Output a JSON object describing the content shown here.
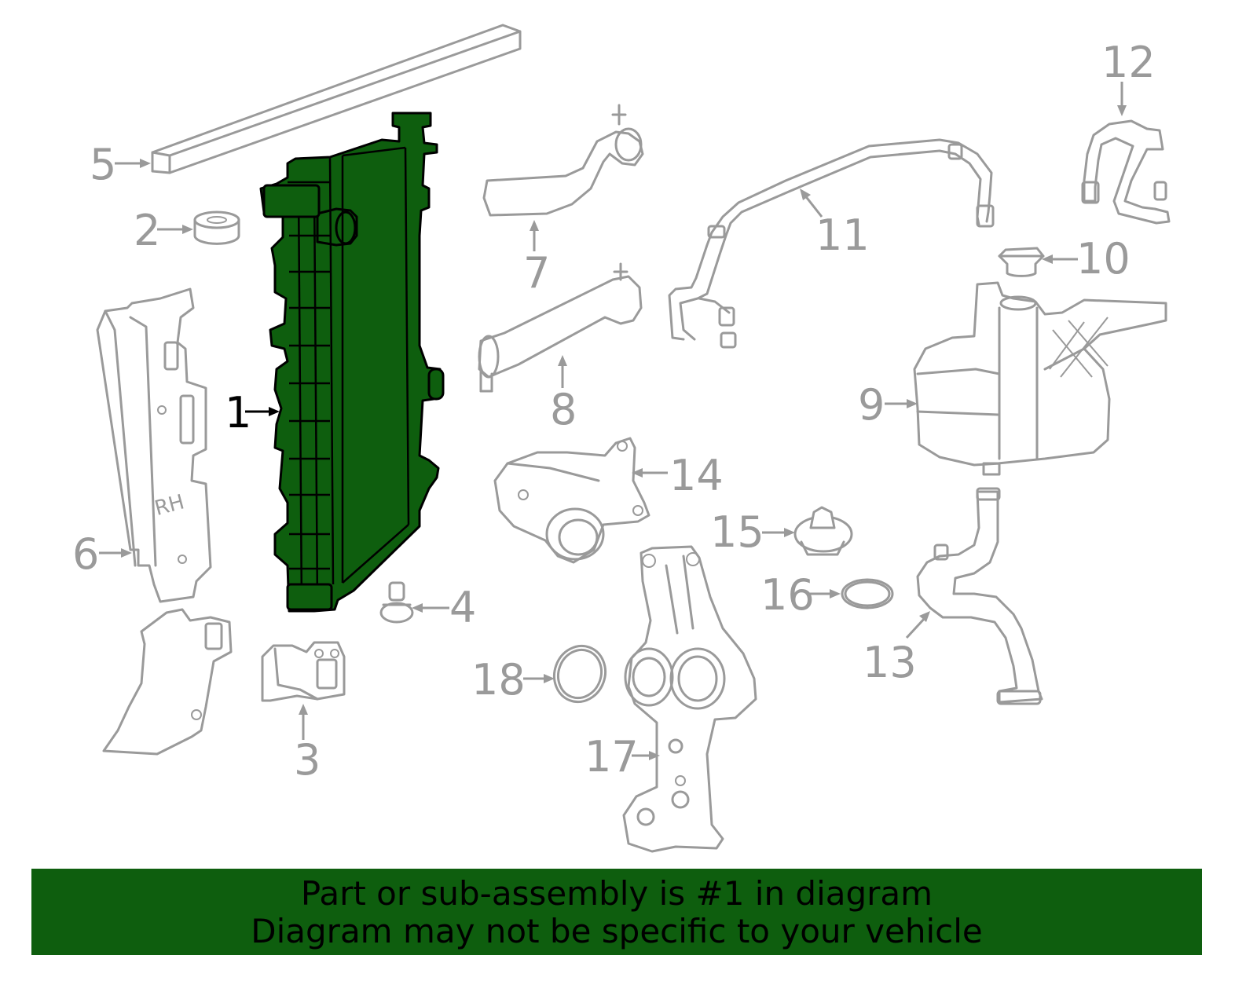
{
  "callouts": {
    "c1": "1",
    "c2": "2",
    "c3": "3",
    "c4": "4",
    "c5": "5",
    "c6": "6",
    "c7": "7",
    "c8": "8",
    "c9": "9",
    "c10": "10",
    "c11": "11",
    "c12": "12",
    "c13": "13",
    "c14": "14",
    "c15": "15",
    "c16": "16",
    "c17": "17",
    "c18": "18"
  },
  "highlight": {
    "color": "#0e5e0e",
    "part_number": "1"
  },
  "banner": {
    "line1": "Part or sub-assembly is #1 in diagram",
    "line2": "Diagram may not be specific to your vehicle"
  }
}
